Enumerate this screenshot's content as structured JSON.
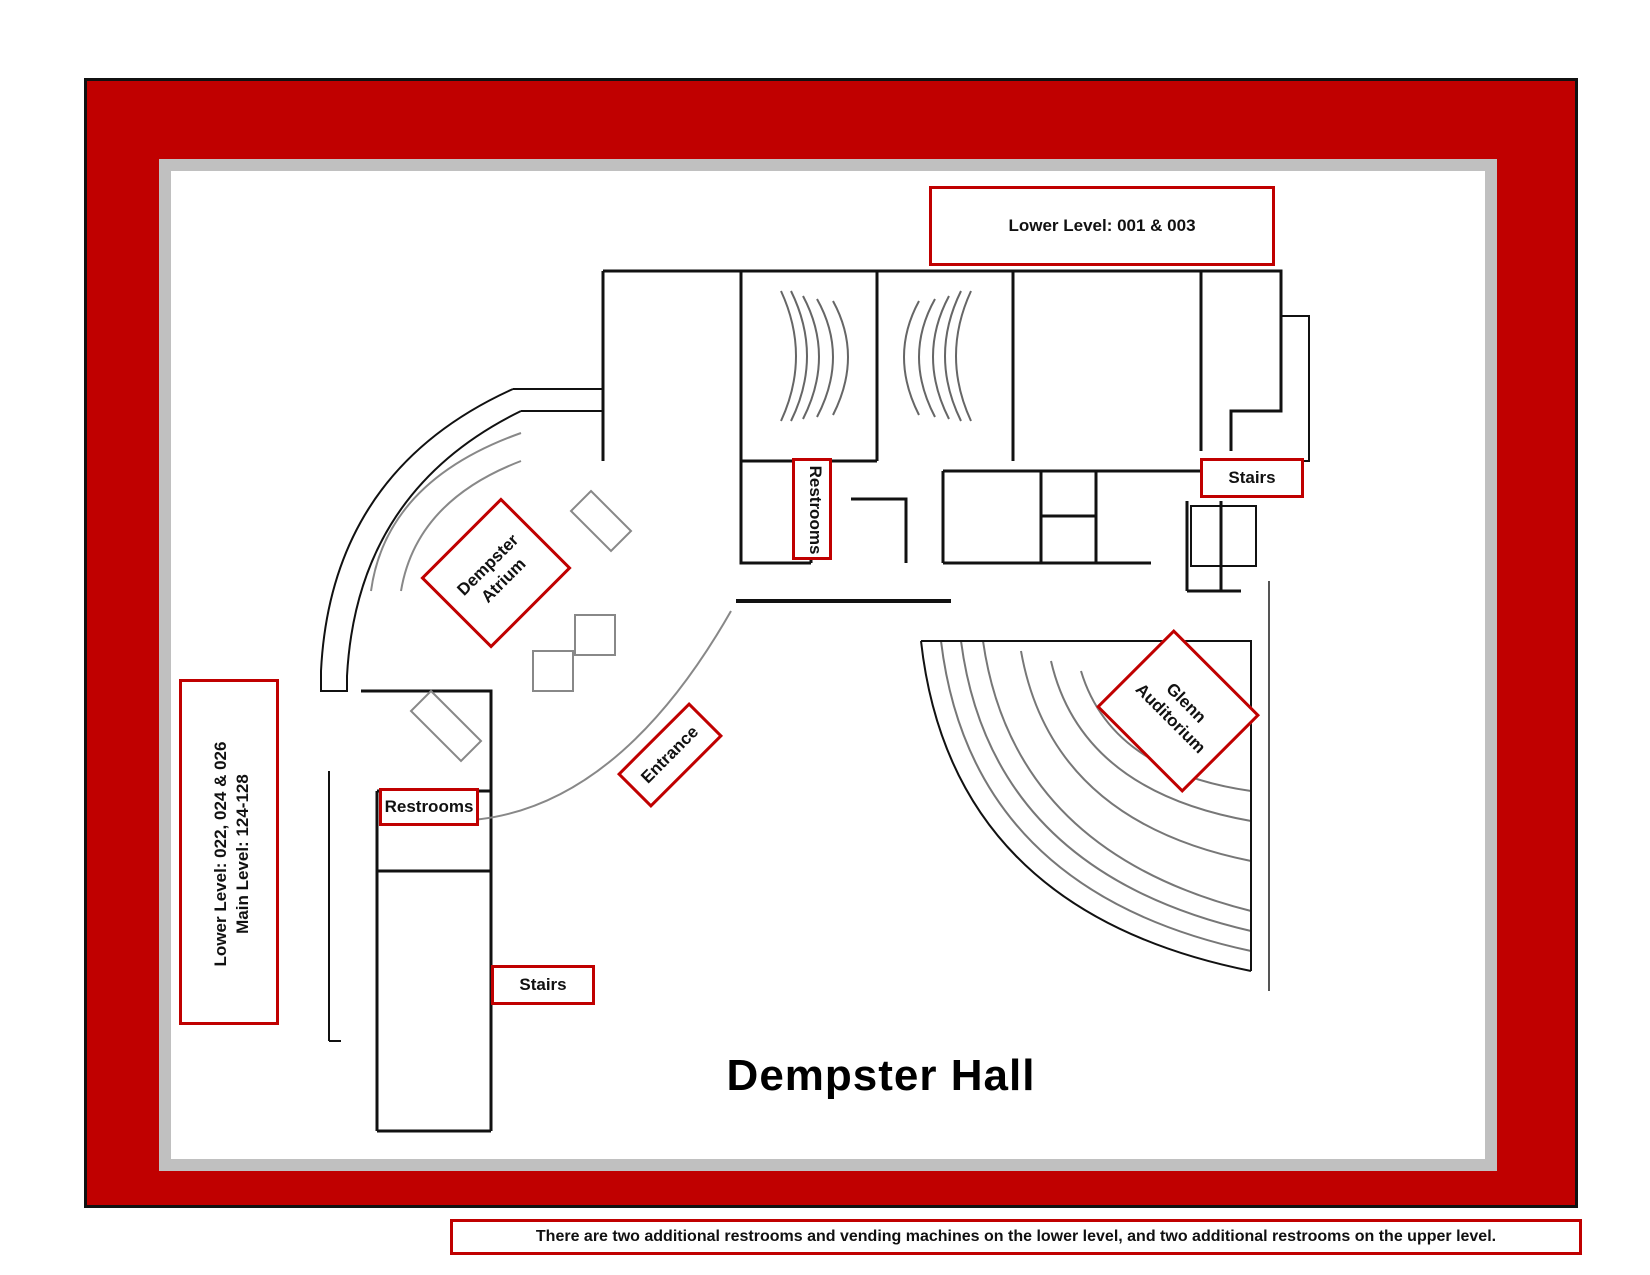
{
  "map": {
    "title": "Dempster Hall",
    "colors": {
      "frame": "#c00000",
      "mat": "#c0c0c0",
      "paper": "#ffffff",
      "label_border": "#c00000",
      "walls": "#111111"
    },
    "labels": {
      "lower_level_top": "Lower Level: 001 & 003",
      "stairs_east": "Stairs",
      "restrooms_north": "Restrooms",
      "dempster_atrium_line1": "Dempster",
      "dempster_atrium_line2": "Atrium",
      "glenn_auditorium_line1": "Glenn",
      "glenn_auditorium_line2": "Auditorium",
      "entrance": "Entrance",
      "restrooms_south": "Restrooms",
      "stairs_south": "Stairs",
      "lower_level_west_line1": "Lower Level: 022, 024 & 026",
      "lower_level_west_line2": "Main Level: 124-128"
    },
    "footnote": "There are two additional restrooms and vending machines on the lower level, and two additional restrooms on the upper level."
  }
}
